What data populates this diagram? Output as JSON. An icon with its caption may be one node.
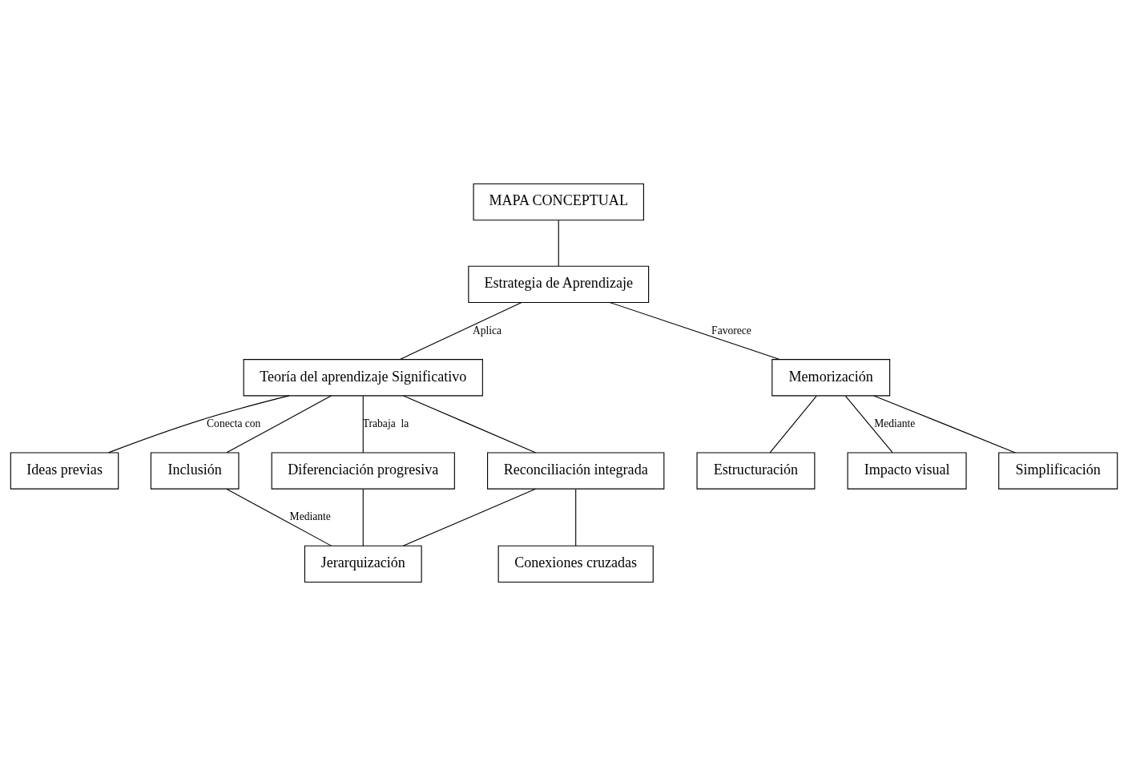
{
  "diagram": {
    "nodes": [
      {
        "text": [
          "MAPA CONCEPTUAL"
        ]
      },
      {
        "text": [
          "Teoría del aprendizaje Significativo"
        ]
      },
      {
        "text": [
          "Estrategia de Aprendizaje"
        ]
      },
      {
        "text": [
          "Memorización"
        ]
      },
      {
        "text": [
          "Ideas previas"
        ]
      },
      {
        "text": [
          "Estructuración"
        ]
      },
      {
        "text": [
          "Impacto visual"
        ]
      },
      {
        "text": [
          "Inclusión"
        ]
      },
      {
        "text": [
          "Diferenciación progresiva"
        ]
      },
      {
        "text": [
          "Reconciliación integrada"
        ]
      },
      {
        "text": [
          "Simplificación"
        ]
      },
      {
        "text": [
          "Jerarquización"
        ]
      },
      {
        "text": [
          "Conexiones cruzadas"
        ]
      }
    ],
    "edges": [
      {
        "from": 0,
        "to": 2,
        "arrow": "none"
      },
      {
        "from": 2,
        "to": 1,
        "arrow": "none",
        "label": "Aplica"
      },
      {
        "from": 2,
        "to": 3,
        "arrow": "none",
        "label": "Favorece"
      },
      {
        "from": 1,
        "to": 4,
        "arrow": "none",
        "label": "Conecta con"
      },
      {
        "from": 1,
        "to": 7,
        "arrow": "none"
      },
      {
        "from": 1,
        "to": 8,
        "arrow": "none",
        "label": "Trabaja  la"
      },
      {
        "from": 1,
        "to": 9,
        "arrow": "none"
      },
      {
        "from": 3,
        "to": 5,
        "arrow": "none"
      },
      {
        "from": 3,
        "to": 6,
        "arrow": "none",
        "label": "Mediante"
      },
      {
        "from": 3,
        "to": 10,
        "arrow": "none"
      },
      {
        "from": 7,
        "to": 11,
        "arrow": "none",
        "label": "Mediante"
      },
      {
        "from": 8,
        "to": 11,
        "arrow": "none"
      },
      {
        "from": 9,
        "to": 11,
        "arrow": "none"
      },
      {
        "from": 9,
        "to": 12,
        "arrow": "none"
      }
    ]
  }
}
